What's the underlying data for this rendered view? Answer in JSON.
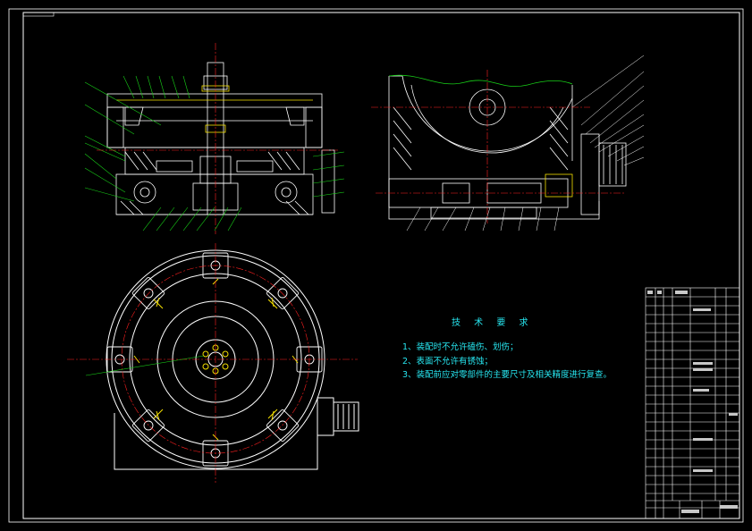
{
  "drawing": {
    "line_color": "#ffffff",
    "center_line_color": "#ff2020",
    "dimension_color": "#18d018",
    "highlight_color": "#f5e000",
    "text_color": "#27e6f0",
    "background": "#000000"
  },
  "tech_requirements": {
    "title": "技 术 要 求",
    "items": [
      "1、装配时不允许磕伤、划伤；",
      "2、表面不允许有锈蚀；",
      "3、装配前应对零部件的主要尺寸及相关精度进行复查。"
    ]
  }
}
